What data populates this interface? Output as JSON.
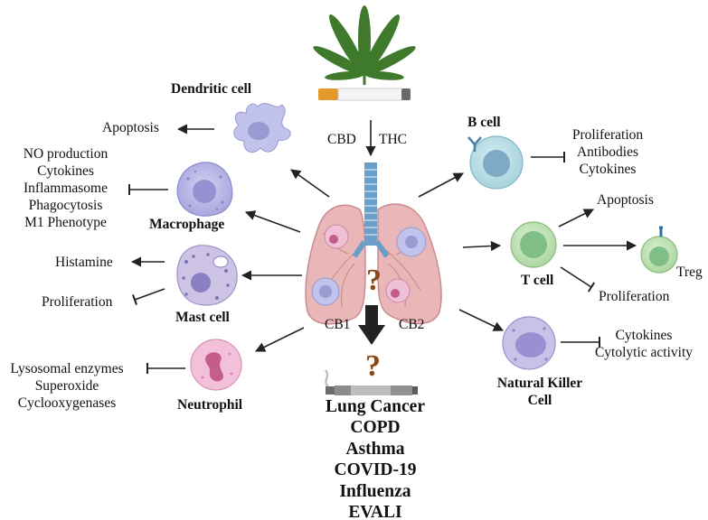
{
  "top": {
    "cbd": "CBD",
    "thc": "THC"
  },
  "receptors": {
    "cb1": "CB1",
    "cb2": "CB2"
  },
  "question_mark": "?",
  "cells": {
    "dendritic": {
      "name": "Dendritic cell",
      "effects": [
        "Apoptosis"
      ]
    },
    "macrophage": {
      "name": "Macrophage",
      "effects": [
        "NO production",
        "Cytokines",
        "Inflammasome",
        "Phagocytosis",
        "M1 Phenotype"
      ]
    },
    "mast": {
      "name": "Mast cell",
      "effects_up": [
        "Histamine"
      ],
      "effects_down": [
        "Proliferation"
      ]
    },
    "neutrophil": {
      "name": "Neutrophil",
      "effects": [
        "Lysosomal enzymes",
        "Superoxide",
        "Cyclooxygenases"
      ]
    },
    "b_cell": {
      "name": "B cell",
      "effects": [
        "Proliferation",
        "Antibodies",
        "Cytokines"
      ]
    },
    "t_cell": {
      "name": "T cell",
      "effects_up": [
        "Apoptosis"
      ],
      "effects_down": [
        "Proliferation"
      ],
      "derived": "Treg"
    },
    "nk": {
      "name_line1": "Natural Killer",
      "name_line2": "Cell",
      "effects": [
        "Cytokines",
        "Cytolytic activity"
      ]
    }
  },
  "diseases": [
    "Lung Cancer",
    "COPD",
    "Asthma",
    "COVID-19",
    "Influenza",
    "EVALI"
  ],
  "colors": {
    "lung": "#eab7b8",
    "lung_edge": "#c98b8f",
    "airway": "#6b9fc7",
    "question": "#8a4a17",
    "macrophage": "#b7b4e3",
    "dendritic": "#c2c3ec",
    "mast": "#cdc3e4",
    "neutrophil": "#f2c0d8",
    "b_cell": "#b5dbe3",
    "t_cell": "#bfe0b5",
    "nk": "#c8c2e8"
  }
}
